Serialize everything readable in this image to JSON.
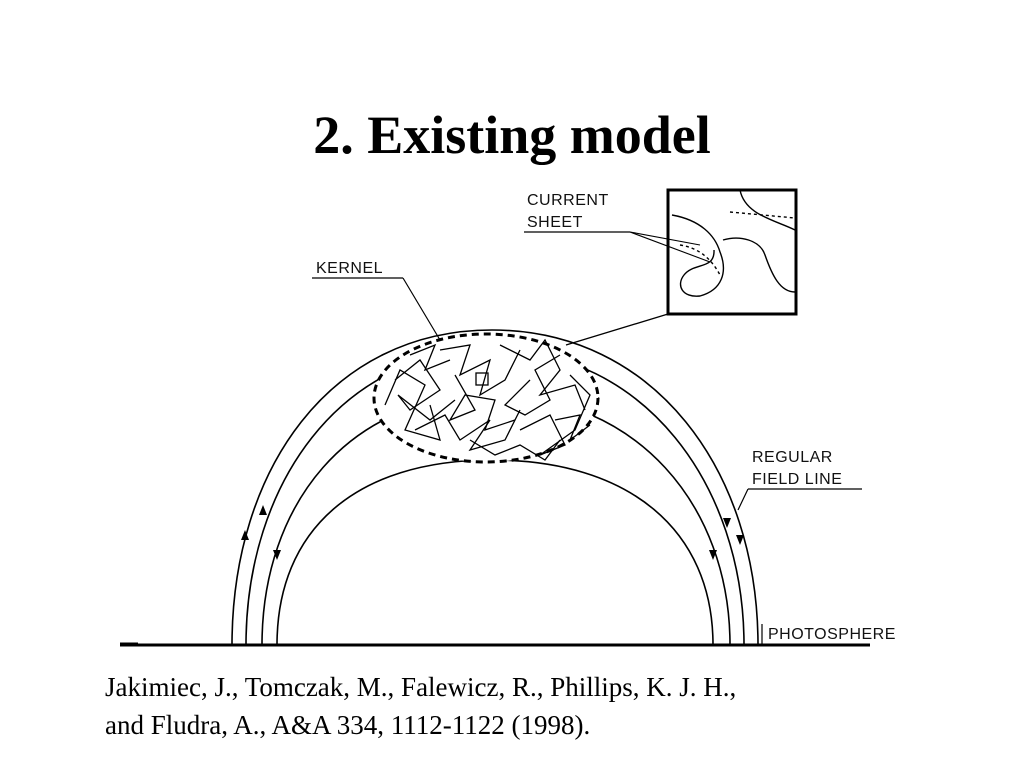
{
  "slide": {
    "title": "2. Existing model"
  },
  "diagram": {
    "labels": {
      "current_sheet_line1": "CURRENT",
      "current_sheet_line2": "SHEET",
      "kernel": "KERNEL",
      "regular_field_line1": "REGULAR",
      "regular_field_line2": "FIELD LINE",
      "photosphere": "PHOTOSPHERE"
    }
  },
  "citation": {
    "line1": "Jakimiec, J., Tomczak, M., Falewicz, R., Phillips, K. J. H.,",
    "line2": "and Fludra, A., A&A 334, 1112-1122 (1998)."
  }
}
